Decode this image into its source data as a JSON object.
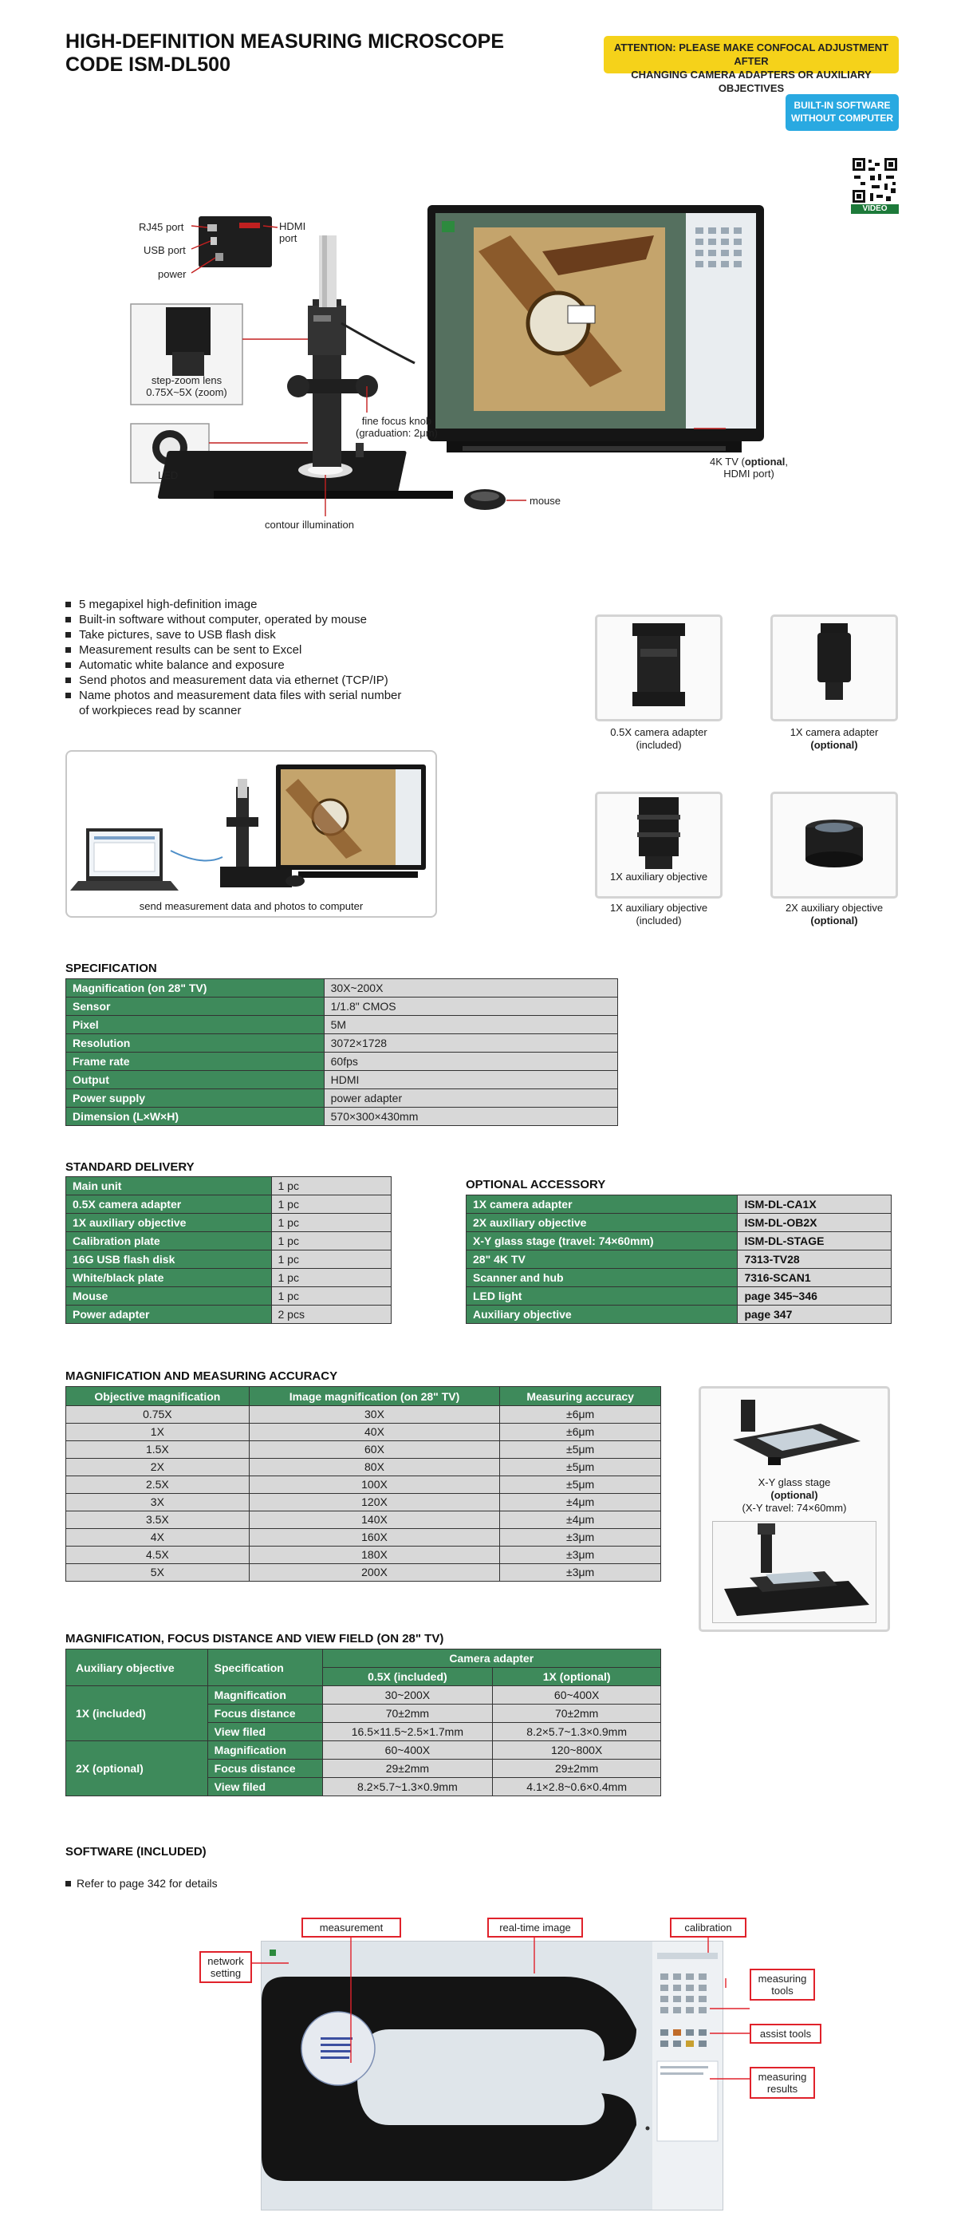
{
  "header": {
    "title_line1": "HIGH-DEFINITION MEASURING MICROSCOPE",
    "title_line2": "CODE ISM-DL500",
    "attention_line1": "ATTENTION: PLEASE MAKE CONFOCAL ADJUSTMENT AFTER",
    "attention_line2": "CHANGING CAMERA ADAPTERS OR AUXILIARY OBJECTIVES",
    "builtin_line1": "BUILT-IN SOFTWARE",
    "builtin_line2": "WITHOUT COMPUTER",
    "qr_label": "VIDEO"
  },
  "hero": {
    "rj45": "RJ45 port",
    "usb": "USB port",
    "power": "power",
    "hdmi_line1": "HDMI",
    "hdmi_line2": "port",
    "zoom_line1": "step-zoom lens",
    "zoom_line2": "0.75X~5X (zoom)",
    "led": "LED",
    "focus_line1": "fine focus knob",
    "focus_line2": "(graduation: 2μm)",
    "contour": "contour illumination",
    "mouse": "mouse",
    "tv_line1_pre": "4K TV (",
    "tv_line1_bold": "optional",
    "tv_line1_post": ",",
    "tv_line2": "HDMI port)"
  },
  "features": [
    "5 megapixel high-definition image",
    "Built-in software without computer, operated by mouse",
    "Take pictures, save to USB flash disk",
    "Measurement results can be sent to Excel",
    "Automatic white balance and exposure",
    "Send photos and measurement data via ethernet (TCP/IP)",
    "Name photos and measurement data files with serial number",
    "of workpieces read by scanner"
  ],
  "computer_caption": "send measurement data and photos to computer",
  "accessories": {
    "a1_line1": "0.5X camera adapter",
    "a1_line2": "(included)",
    "a2_line1": "1X camera adapter",
    "a2_line2": "(optional)",
    "a3_inner": "1X auxiliary objective",
    "a3_line1": "1X auxiliary objective",
    "a3_line2": "(included)",
    "a4_line1": "2X auxiliary objective",
    "a4_line2": "(optional)"
  },
  "specification": {
    "title": "SPECIFICATION",
    "rows": [
      [
        "Magnification (on 28\" TV)",
        "30X~200X"
      ],
      [
        "Sensor",
        "1/1.8\" CMOS"
      ],
      [
        "Pixel",
        "5M"
      ],
      [
        "Resolution",
        "3072×1728"
      ],
      [
        "Frame rate",
        "60fps"
      ],
      [
        "Output",
        "HDMI"
      ],
      [
        "Power supply",
        "power adapter"
      ],
      [
        "Dimension (L×W×H)",
        "570×300×430mm"
      ]
    ]
  },
  "standard_delivery": {
    "title": "STANDARD DELIVERY",
    "rows": [
      [
        "Main unit",
        "1 pc"
      ],
      [
        "0.5X camera adapter",
        "1 pc"
      ],
      [
        "1X auxiliary objective",
        "1 pc"
      ],
      [
        "Calibration plate",
        "1 pc"
      ],
      [
        "16G USB flash disk",
        "1 pc"
      ],
      [
        "White/black plate",
        "1 pc"
      ],
      [
        "Mouse",
        "1 pc"
      ],
      [
        "Power adapter",
        "2 pcs"
      ]
    ]
  },
  "optional_accessory": {
    "title": "OPTIONAL ACCESSORY",
    "rows": [
      [
        "1X camera adapter",
        "ISM-DL-CA1X"
      ],
      [
        "2X auxiliary objective",
        "ISM-DL-OB2X"
      ],
      [
        "X-Y glass stage (travel: 74×60mm)",
        "ISM-DL-STAGE"
      ],
      [
        "28\" 4K TV",
        "7313-TV28"
      ],
      [
        "Scanner and hub",
        "7316-SCAN1"
      ],
      [
        "LED light",
        "page 345~346"
      ],
      [
        "Auxiliary objective",
        "page 347"
      ]
    ]
  },
  "magnification": {
    "title": "MAGNIFICATION AND MEASURING ACCURACY",
    "headers": [
      "Objective magnification",
      "Image magnification (on 28\" TV)",
      "Measuring accuracy"
    ],
    "rows": [
      [
        "0.75X",
        "30X",
        "±6μm"
      ],
      [
        "1X",
        "40X",
        "±6μm"
      ],
      [
        "1.5X",
        "60X",
        "±5μm"
      ],
      [
        "2X",
        "80X",
        "±5μm"
      ],
      [
        "2.5X",
        "100X",
        "±5μm"
      ],
      [
        "3X",
        "120X",
        "±4μm"
      ],
      [
        "3.5X",
        "140X",
        "±4μm"
      ],
      [
        "4X",
        "160X",
        "±3μm"
      ],
      [
        "4.5X",
        "180X",
        "±3μm"
      ],
      [
        "5X",
        "200X",
        "±3μm"
      ]
    ]
  },
  "stage": {
    "line1": "X-Y glass stage",
    "line2": "(optional)",
    "line3": "(X-Y travel: 74×60mm)"
  },
  "focus_table": {
    "title": "MAGNIFICATION, FOCUS DISTANCE AND VIEW FIELD (ON 28\" TV)",
    "h_aux": "Auxiliary objective",
    "h_spec": "Specification",
    "h_cam": "Camera adapter",
    "h_c1": "0.5X (included)",
    "h_c2": "1X (optional)",
    "g1": "1X (included)",
    "g2": "2X (optional)",
    "r1": [
      "Magnification",
      "30~200X",
      "60~400X"
    ],
    "r2": [
      "Focus distance",
      "70±2mm",
      "70±2mm"
    ],
    "r3": [
      "View filed",
      "16.5×11.5~2.5×1.7mm",
      "8.2×5.7~1.3×0.9mm"
    ],
    "r4": [
      "Magnification",
      "60~400X",
      "120~800X"
    ],
    "r5": [
      "Focus distance",
      "29±2mm",
      "29±2mm"
    ],
    "r6": [
      "View filed",
      "8.2×5.7~1.3×0.9mm",
      "4.1×2.8~0.6×0.4mm"
    ]
  },
  "software": {
    "title": "SOFTWARE (INCLUDED)",
    "note": "Refer to page 342 for details",
    "measurement": "measurement",
    "realtime": "real-time image",
    "calibration": "calibration",
    "network_line1": "network",
    "network_line2": "setting",
    "tools_line1": "measuring",
    "tools_line2": "tools",
    "assist": "assist tools",
    "results_line1": "measuring",
    "results_line2": "results"
  },
  "colors": {
    "table_green": "#3e8a5b",
    "table_grey": "#d8d8d8",
    "attention_yellow": "#f5d21a",
    "builtin_blue": "#29a9e1",
    "callout_red": "#e0222b"
  }
}
